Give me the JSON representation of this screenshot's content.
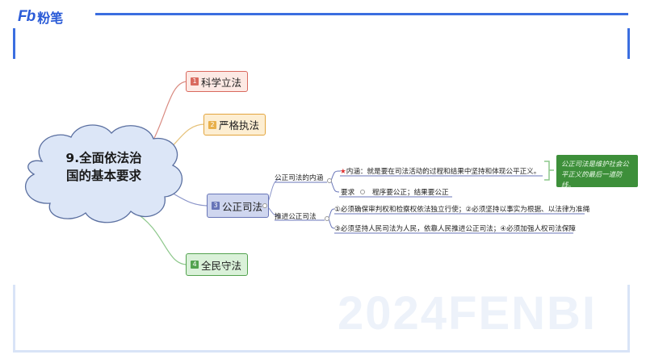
{
  "brand": {
    "mark": "Fb",
    "name": "粉笔"
  },
  "watermark": "2024FENBI",
  "mindmap": {
    "root": {
      "line1": "9.全面依法治",
      "line2": "国的基本要求"
    },
    "branches": [
      {
        "num": "1",
        "label": "科学立法"
      },
      {
        "num": "2",
        "label": "严格执法"
      },
      {
        "num": "3",
        "label": "公正司法"
      },
      {
        "num": "4",
        "label": "全民守法"
      }
    ],
    "justice": {
      "connotation": {
        "label": "公正司法的内涵",
        "meaning": "内涵：就是要在司法活动的过程和结果中坚持和体现公平正义。",
        "requirement_label": "要求",
        "requirement_text": "程序要公正；结果要公正",
        "note": "公正司法是维护社会公平正义的最后一道防线。"
      },
      "promote": {
        "label": "推进公正司法",
        "item1": "①必须确保审判权和检察权依法独立行使；②必须坚持以事实为根据、以法律为准绳",
        "item2": "③必须坚持人民司法为人民，依靠人民推进公正司法；④必须加强人权司法保障"
      }
    }
  }
}
